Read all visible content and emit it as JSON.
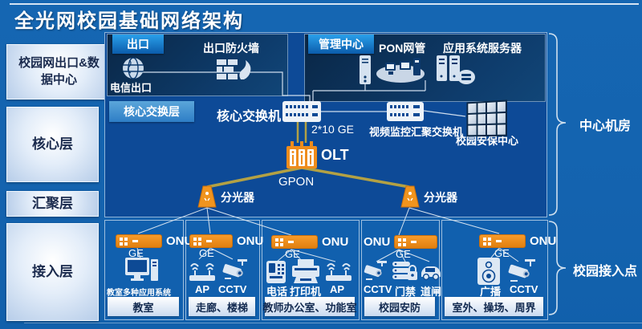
{
  "title": "全光网校园基础网络架构",
  "sidebar": {
    "items": [
      "校园网出口&数据中心",
      "核心层",
      "汇聚层",
      "接入层"
    ]
  },
  "exit_section": {
    "tab": "出口",
    "firewall_label": "出口防火墙",
    "telecom_label": "电信出口"
  },
  "mgmt_section": {
    "tab": "管理中心",
    "pon_label": "PON网管",
    "appsrv_label": "应用系统服务器"
  },
  "core": {
    "layer_tab": "核心交换层",
    "core_switch_label": "核心交换机",
    "uplink_label": "2*10 GE",
    "olt_label": "OLT",
    "gpon_label": "GPON",
    "video_switch_label": "视频监控汇聚交换机",
    "security_center_label": "校园安保中心",
    "splitter_left_label": "分光器",
    "splitter_right_label": "分光器"
  },
  "braces": {
    "top_label": "中心机房",
    "bottom_label": "校园接入点"
  },
  "access": [
    {
      "onu": "ONU",
      "ge": "GE",
      "devices": [
        "教室多种应用系统"
      ],
      "zone": "教室"
    },
    {
      "onu": "ONU",
      "ge": "GE",
      "devices": [
        "AP",
        "CCTV"
      ],
      "zone": "走廊、楼梯"
    },
    {
      "onu": "ONU",
      "ge": "GE",
      "devices": [
        "电话",
        "打印机",
        "AP"
      ],
      "zone": "教师办公室、功能室"
    },
    {
      "onu": "ONU",
      "ge": "GE",
      "devices": [
        "CCTV",
        "门禁",
        "道闸"
      ],
      "zone": "校园安防"
    },
    {
      "onu": "ONU",
      "ge": "GE",
      "devices": [
        "广播",
        "CCTV"
      ],
      "zone": "室外、操场、周界"
    }
  ],
  "colors": {
    "accent_orange": "#ef8c1c",
    "line_gold": "#b3a144",
    "tab_blue": "#1a84d8",
    "background_blue": "#1463af"
  }
}
